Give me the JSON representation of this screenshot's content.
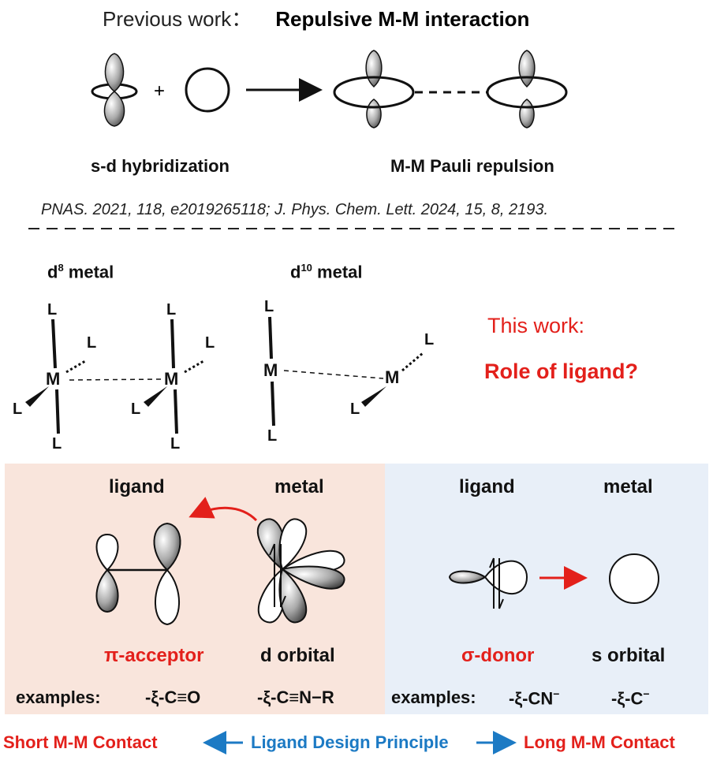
{
  "header": {
    "prev_label": "Previous work：",
    "prev_title": "Repulsive M-M interaction"
  },
  "top": {
    "hybrid_label": "s-d hybridization",
    "pauli_label": "M-M Pauli repulsion",
    "reference": "PNAS. 2021, 118, e2019265118; J. Phys. Chem. Lett. 2024, 15, 8, 2193."
  },
  "middle": {
    "d8_base": "d",
    "d8_sup": "8",
    "d8_suffix": " metal",
    "d10_base": "d",
    "d10_sup": "10",
    "d10_suffix": " metal",
    "this_work": "This work:",
    "role": "Role of ligand?",
    "atom_L": "L",
    "atom_M": "M"
  },
  "left_panel": {
    "ligand": "ligand",
    "metal": "metal",
    "acceptor": "π-acceptor",
    "d_orbital": "d orbital",
    "examples": "examples:",
    "ex1": "-ξ-C≡O",
    "ex2": "-ξ-C≡N−R"
  },
  "right_panel": {
    "ligand": "ligand",
    "metal": "metal",
    "donor": "σ-donor",
    "s_orbital": "s orbital",
    "examples": "examples:",
    "ex1": "-ξ-CN",
    "ex1_sup": "−",
    "ex2": "-ξ-C",
    "ex2_sup": "−"
  },
  "footer": {
    "short": "Short M-M Contact",
    "principle": "Ligand Design Principle",
    "long": "Long M-M Contact"
  },
  "colors": {
    "accent_red": "#e3201b",
    "accent_blue": "#1c7ac4",
    "panel_left": "#f9e5dc",
    "panel_right": "#e8eff8"
  }
}
